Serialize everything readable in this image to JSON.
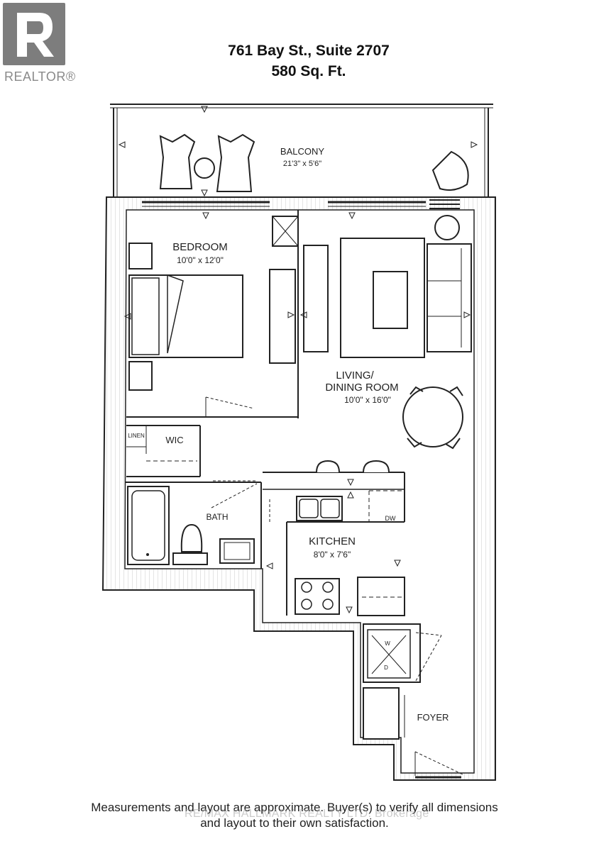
{
  "logo": {
    "text": "REALTOR®"
  },
  "title": {
    "line1": "761 Bay St., Suite 2707",
    "line2": "580 Sq. Ft."
  },
  "rooms": {
    "balcony": {
      "name": "BALCONY",
      "dims": "21'3\" x 5'6\""
    },
    "bedroom": {
      "name": "BEDROOM",
      "dims": "10'0\" x 12'0\""
    },
    "living_line1": "LIVING/",
    "living_line2": "DINING ROOM",
    "living_dims": "10'0\" x 16'0\"",
    "kitchen": {
      "name": "KITCHEN",
      "dims": "8'0\" x 7'6\""
    },
    "wic": "WIC",
    "linen": "LINEN",
    "bath": "BATH",
    "foyer": "FOYER",
    "dw": "DW",
    "washer": "W",
    "dryer": "D"
  },
  "disclaimer": {
    "line1": "Measurements and layout are approximate. Buyer(s) to verify all dimensions",
    "line2": "and layout to their own satisfaction."
  },
  "watermark": "RE/MAX HALLMARK REALTY LTD. Brokerage"
}
